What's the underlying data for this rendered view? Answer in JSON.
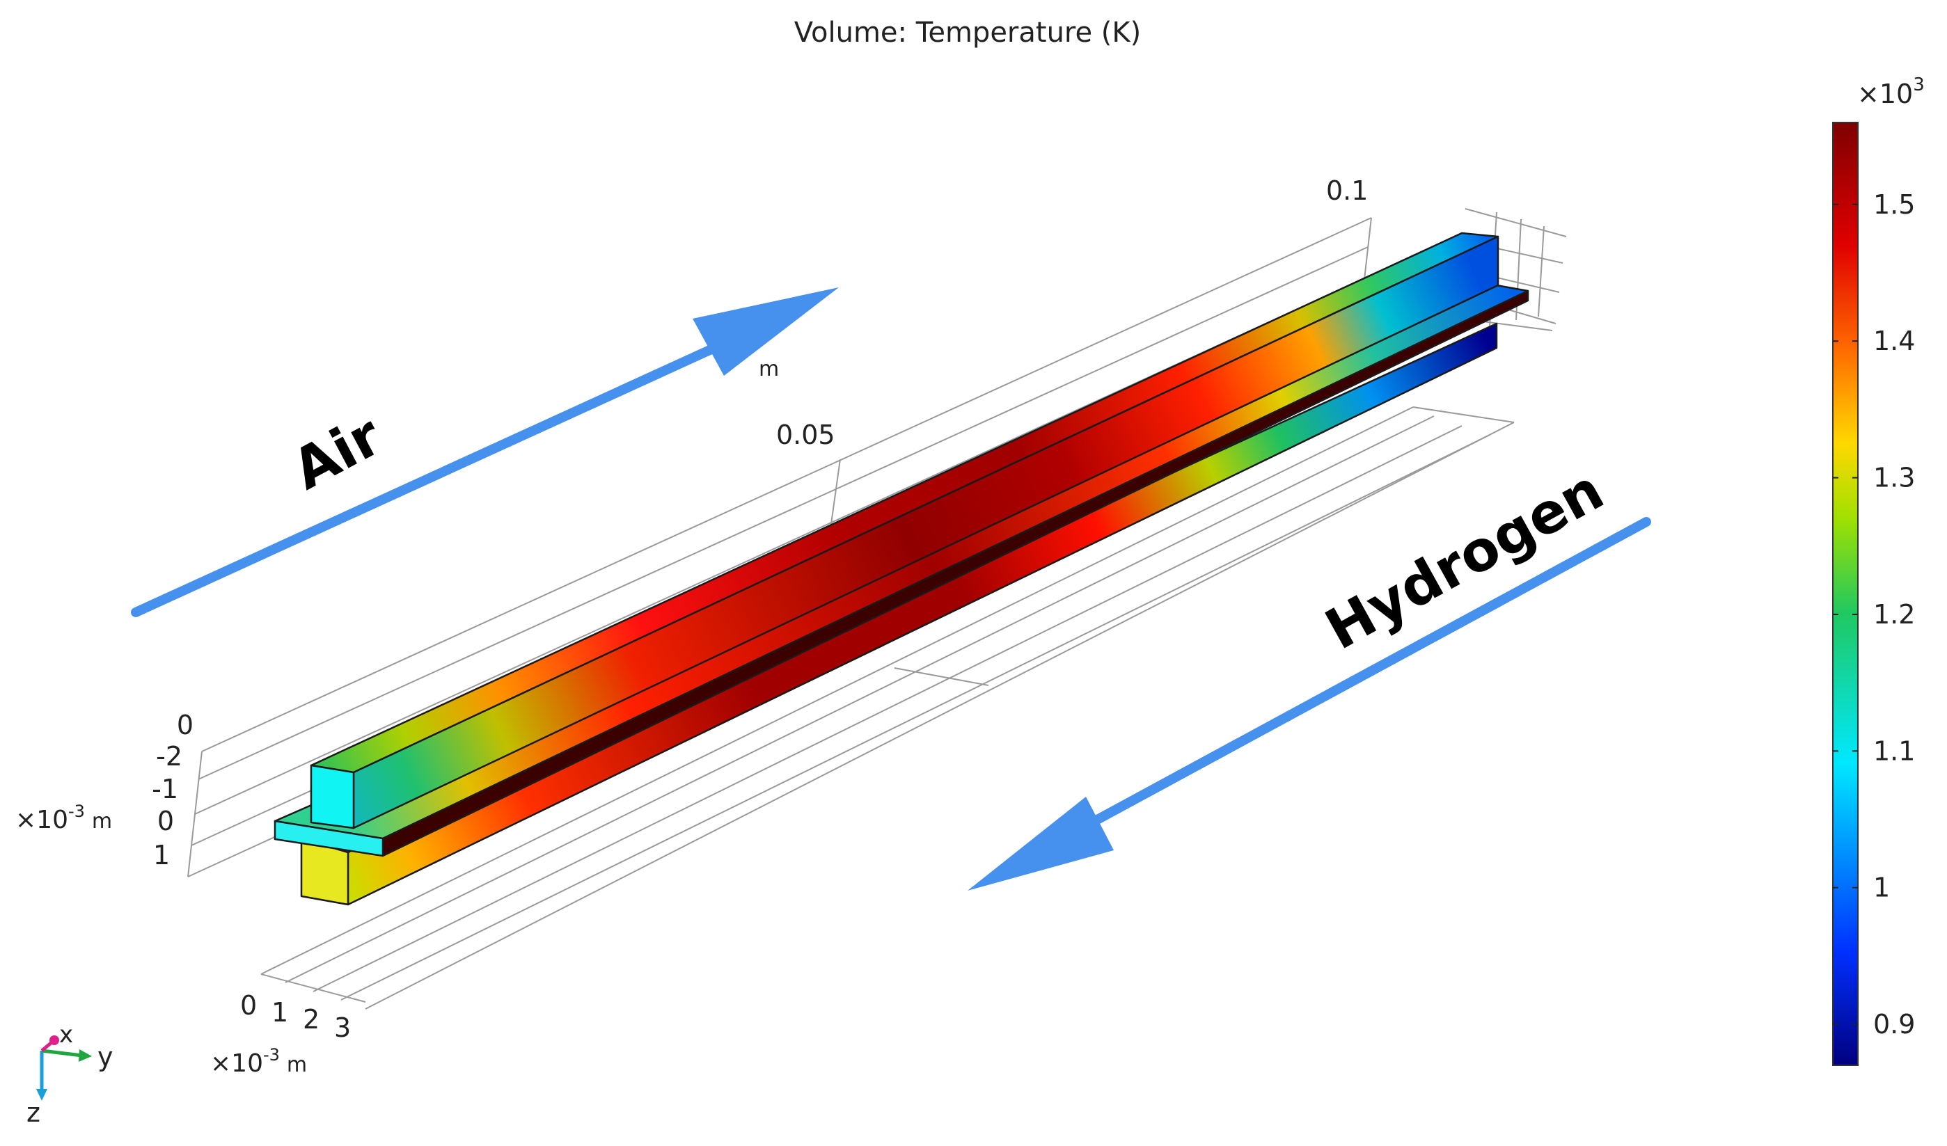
{
  "title": "Volume: Temperature (K)",
  "labels": {
    "air": "Air",
    "hydrogen": "Hydrogen"
  },
  "axes": {
    "length_unit": "m",
    "length_ticks": [
      "0.05",
      "0.1"
    ],
    "vertical_ticks": [
      "0",
      "-2",
      "-1",
      "0",
      "1"
    ],
    "vertical_unit_prefix": "×10",
    "vertical_unit_exponent": "-3",
    "vertical_unit": "m",
    "depth_ticks": [
      "0",
      "1",
      "2",
      "3"
    ],
    "depth_unit_prefix": "×10",
    "depth_unit_exponent": "-3",
    "depth_unit": "m"
  },
  "triad": {
    "x": "x",
    "y": "y",
    "z": "z"
  },
  "colorbar": {
    "multiplier_prefix": "×10",
    "multiplier_exponent": "3",
    "ticks": [
      "1.5",
      "1.4",
      "1.3",
      "1.2",
      "1.1",
      "1",
      "0.9"
    ],
    "range": [
      0.87,
      1.56
    ],
    "colormap": [
      "#00007f",
      "#0040ff",
      "#00e0ff",
      "#30d060",
      "#b0e000",
      "#ffd000",
      "#ff6000",
      "#e00000",
      "#7f0000"
    ]
  },
  "colors": {
    "arrow": "#4690ee",
    "grid": "#9a9a9a",
    "edge": "#1a1a1a"
  }
}
